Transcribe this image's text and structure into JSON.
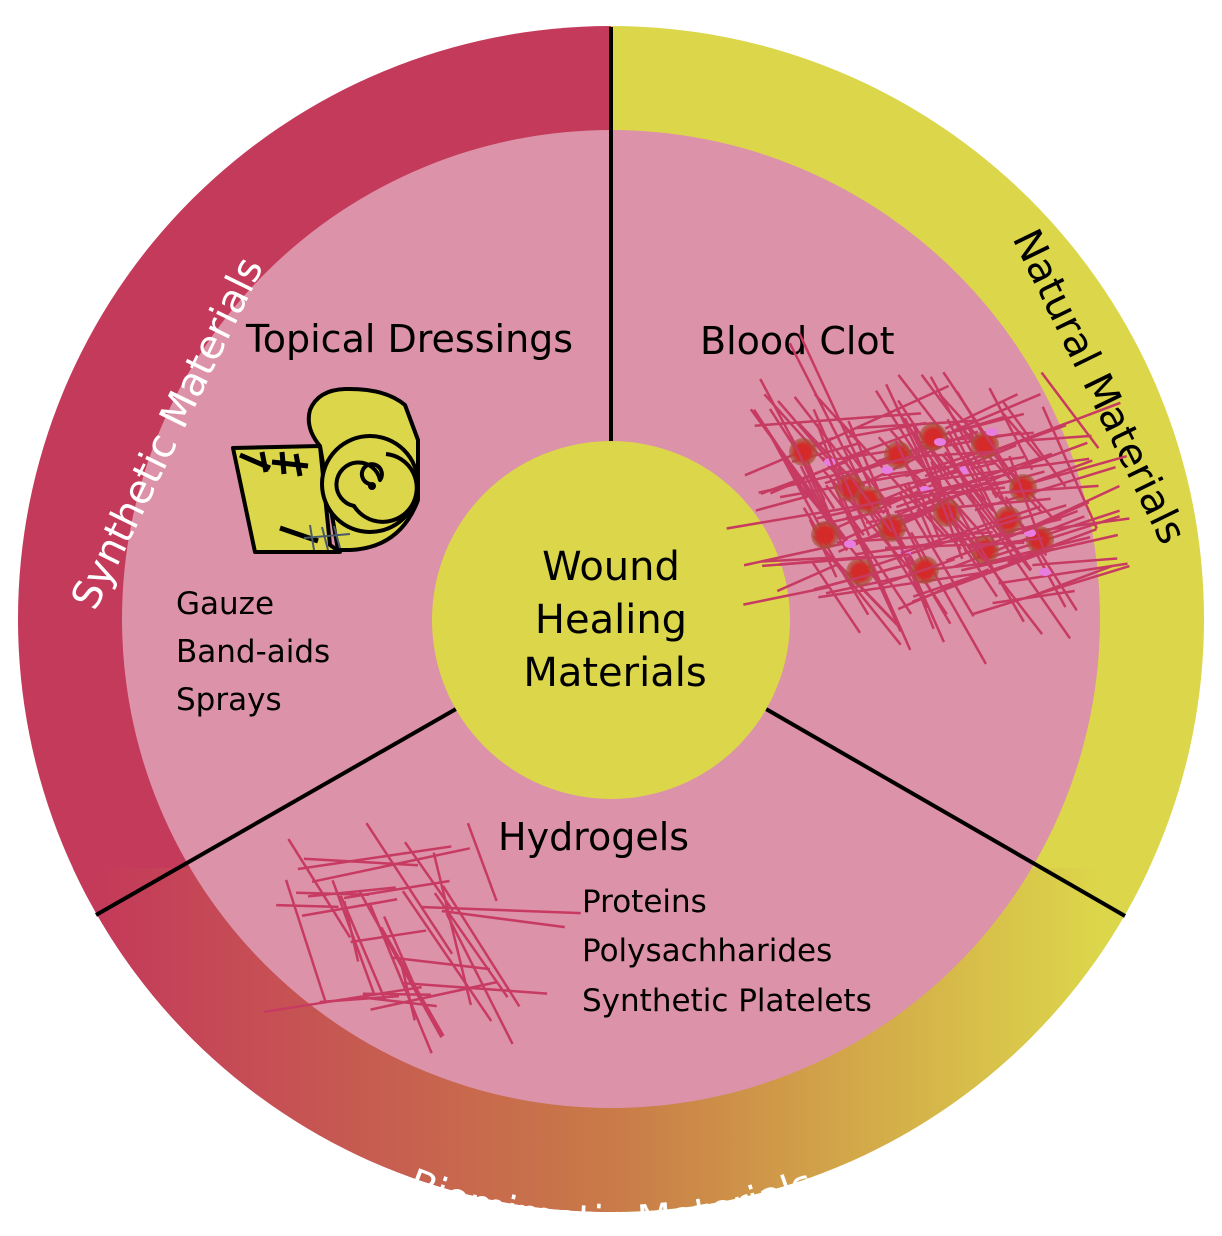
{
  "title": "Wound Healing Materials",
  "center": {
    "lines": [
      "Wound",
      "Healing",
      "Materials"
    ]
  },
  "ring_labels": {
    "synthetic": "Synthetic Materials",
    "natural": "Natural Materials",
    "biomimetic": "Biomimetic Materials"
  },
  "sections": {
    "topical": {
      "heading": "Topical Dressings",
      "icon": "bandage-roll-icon",
      "items": [
        "Gauze",
        "Band-aids",
        "Sprays"
      ]
    },
    "blood_clot": {
      "heading": "Blood Clot",
      "icon": "fibrin-mesh-with-cells-icon"
    },
    "hydrogels": {
      "heading": "Hydrogels",
      "icon": "polymer-network-icon",
      "items": [
        "Proteins",
        "Polysachharides",
        "Synthetic Platelets"
      ]
    }
  },
  "colors": {
    "synthetic_ring": "#c43a5a",
    "natural_ring": "#dcd64a",
    "biomimetic_gradient": [
      "#c43a5a",
      "#c8744a",
      "#dcd64a"
    ],
    "inner_fill": "#dc92a8",
    "center_fill": "#dcd64a",
    "fiber": "#c73a62",
    "rbc": "#d42a2a",
    "platelet": "#e77de0"
  }
}
